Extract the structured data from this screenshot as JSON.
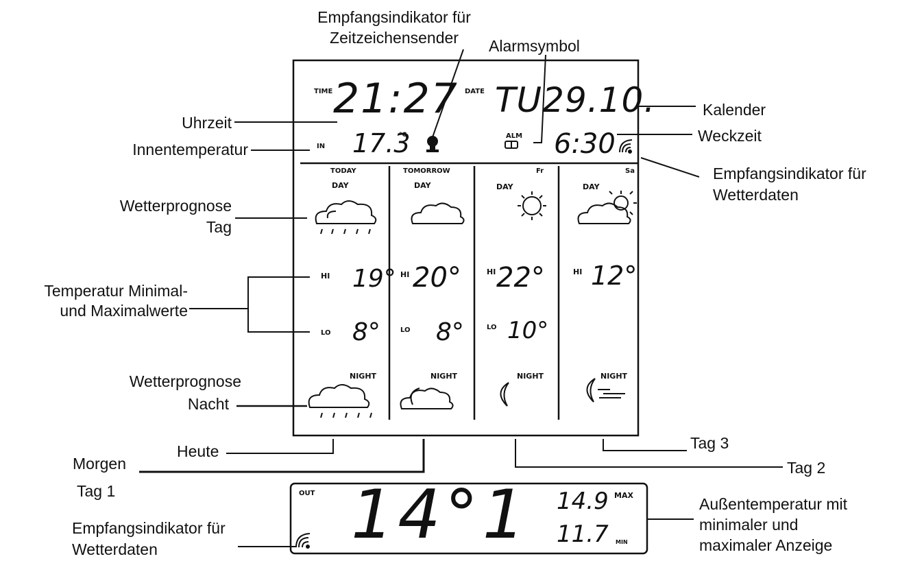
{
  "callouts": {
    "empfang_zeit_1": "Empfangsindikator für",
    "empfang_zeit_2": "Zeitzeichensender",
    "alarmsymbol": "Alarmsymbol",
    "uhrzeit": "Uhrzeit",
    "innentemperatur": "Innentemperatur",
    "kalender": "Kalender",
    "weckzeit": "Weckzeit",
    "empfang_wetter_1": "Empfangsindikator für",
    "empfang_wetter_2": "Wetterdaten",
    "prognose_tag_1": "Wetterprognose",
    "prognose_tag_2": "Tag",
    "temp_minmax_1": "Temperatur Minimal-",
    "temp_minmax_2": "und Maximalwerte",
    "prognose_nacht_1": "Wetterprognose",
    "prognose_nacht_2": "Nacht",
    "heute": "Heute",
    "morgen": "Morgen",
    "tag1": "Tag 1",
    "tag2": "Tag 2",
    "tag3": "Tag 3",
    "empfang_wetter_b1": "Empfangsindikator für",
    "empfang_wetter_b2": "Wetterdaten",
    "aussen_1": "Außentemperatur mit",
    "aussen_2": "minimaler und",
    "aussen_3": "maximaler Anzeige"
  },
  "display": {
    "time_label": "TIME",
    "time": "21:27",
    "date_label": "DATE",
    "date": "TU29.10.",
    "in_label": "IN",
    "indoor_temp": "17.3",
    "indoor_unit": "°C",
    "alm_label": "ALM",
    "alarm_time": "6:30",
    "columns": [
      {
        "header": "TODAY",
        "day": "DAY",
        "hi_label": "HI",
        "hi": "19°",
        "lo_label": "LO",
        "lo": "8°",
        "night": "NIGHT"
      },
      {
        "header": "TOMORROW",
        "day": "DAY",
        "hi_label": "HI",
        "hi": "20°",
        "lo_label": "LO",
        "lo": "8°",
        "night": "NIGHT"
      },
      {
        "header": "Fr",
        "day": "DAY",
        "hi_label": "HI",
        "hi": "22°",
        "lo_label": "LO",
        "lo": "10°",
        "night": "NIGHT"
      },
      {
        "header": "Sa",
        "day": "DAY",
        "hi_label": "HI",
        "hi": "12°",
        "night": "NIGHT"
      }
    ]
  },
  "outdoor": {
    "out_label": "OUT",
    "temp": "14°1",
    "max_value": "14.9",
    "max_label": "MAX",
    "min_value": "11.7",
    "min_label": "MIN"
  }
}
